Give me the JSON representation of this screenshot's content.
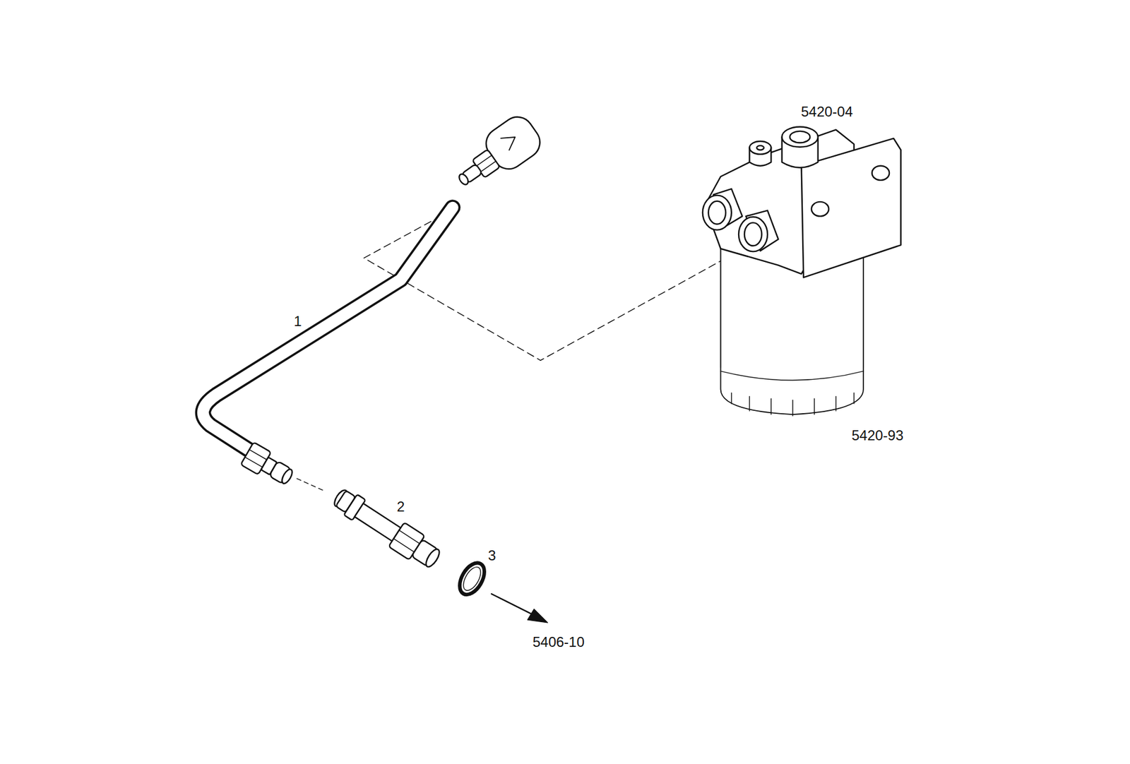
{
  "diagram": {
    "labels": [
      "5420-04",
      "5420-93",
      "1",
      "2",
      "3",
      "5406-10"
    ]
  }
}
